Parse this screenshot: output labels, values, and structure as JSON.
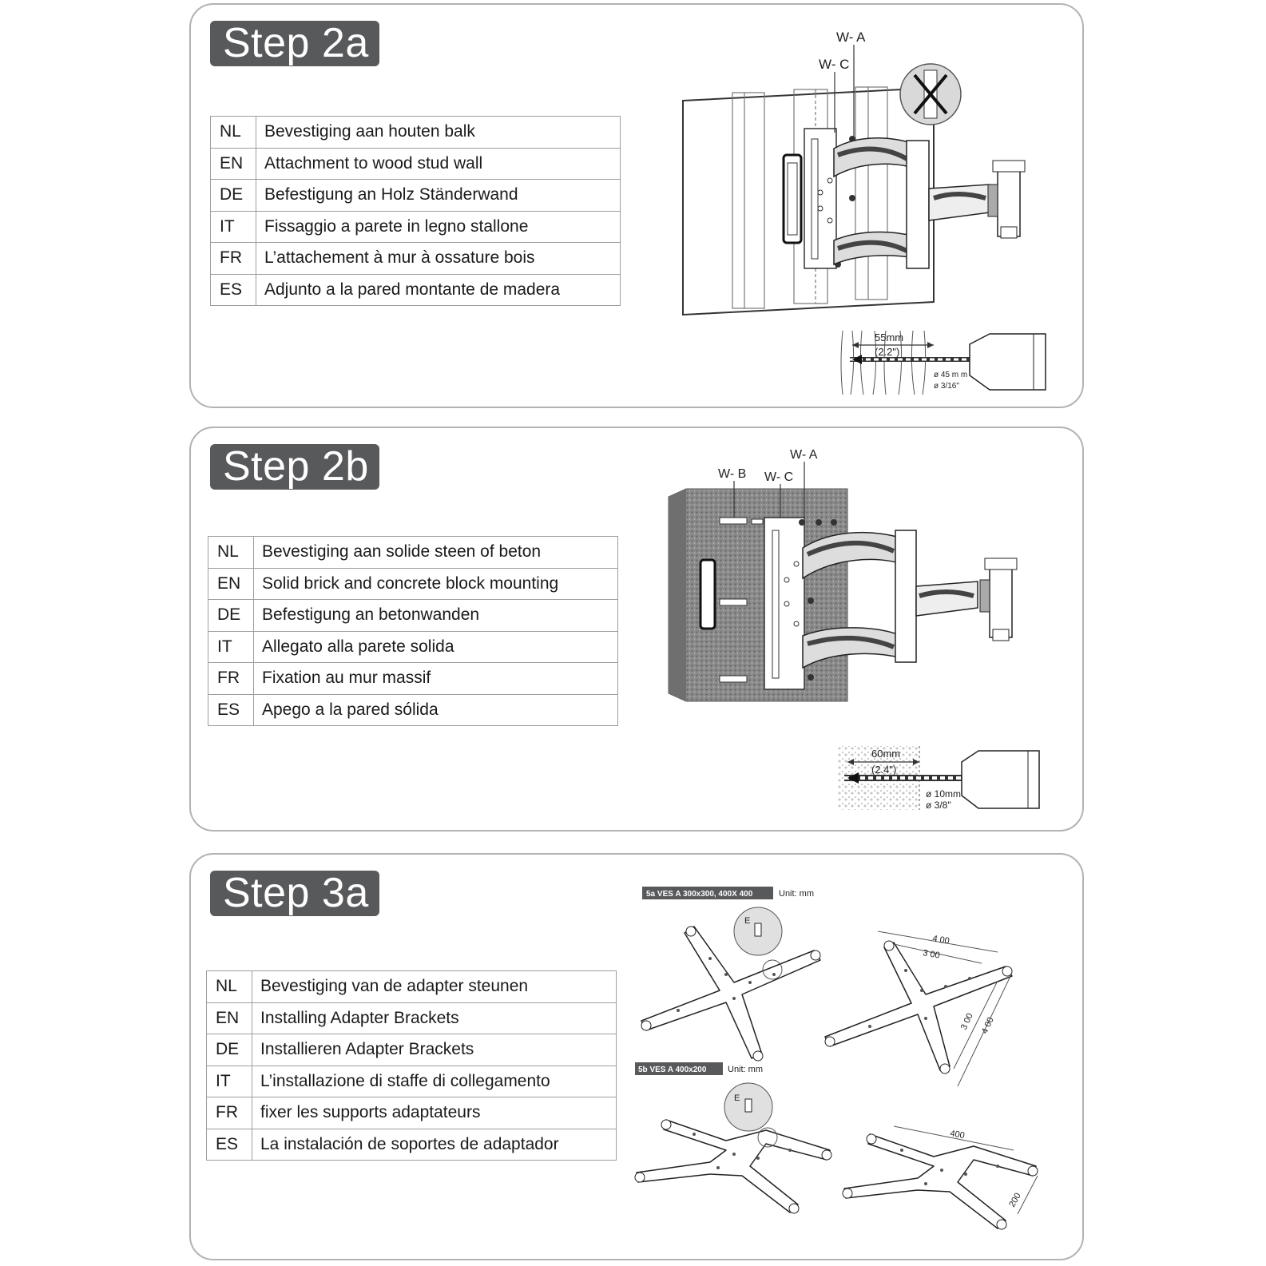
{
  "steps": [
    {
      "title": "Step 2a",
      "rows": [
        {
          "code": "NL",
          "text": "Bevestiging aan houten balk"
        },
        {
          "code": "EN",
          "text": "Attachment to wood stud wall"
        },
        {
          "code": "DE",
          "text": "Befestigung an Holz Ständerwand"
        },
        {
          "code": "IT",
          "text": "Fissaggio a parete in legno stallone"
        },
        {
          "code": "FR",
          "text": "L’attachement à mur à ossature bois"
        },
        {
          "code": "ES",
          "text": "Adjunto a la pared montante de madera"
        }
      ],
      "labels": {
        "wa": "W- A",
        "wc": "W- C"
      },
      "drill": {
        "depth_mm": "55mm",
        "depth_in": "(2.2\")",
        "dia_mm": "ø 45 m m",
        "dia_in": "ø 3/16\""
      }
    },
    {
      "title": "Step 2b",
      "rows": [
        {
          "code": "NL",
          "text": "Bevestiging aan solide steen of beton"
        },
        {
          "code": "EN",
          "text": "Solid brick and concrete block mounting"
        },
        {
          "code": "DE",
          "text": "Befestigung an betonwanden"
        },
        {
          "code": "IT",
          "text": "Allegato alla parete solida"
        },
        {
          "code": "FR",
          "text": "Fixation au mur massif"
        },
        {
          "code": "ES",
          "text": "Apego a la pared sólida"
        }
      ],
      "labels": {
        "wa": "W- A",
        "wb": "W- B",
        "wc": "W- C"
      },
      "drill": {
        "depth_mm": "60mm",
        "depth_in": "(2.4\")",
        "dia_mm": "ø 10mm",
        "dia_in": "ø 3/8\""
      }
    },
    {
      "title": "Step 3a",
      "rows": [
        {
          "code": "NL",
          "text": "Bevestiging van de adapter steunen"
        },
        {
          "code": "EN",
          "text": "Installing Adapter Brackets"
        },
        {
          "code": "DE",
          "text": "Installieren Adapter Brackets"
        },
        {
          "code": "IT",
          "text": "L’installazione di staffe di collegamento"
        },
        {
          "code": "FR",
          "text": "fixer les supports adaptateurs"
        },
        {
          "code": "ES",
          "text": "La instalación de soportes de adaptador"
        }
      ],
      "vesa_a": {
        "label": "5a VES A 300x300, 400X 400",
        "unit": "Unit: mm",
        "e": "E",
        "d400": "4 00",
        "d300": "3 00",
        "v300": "3 00",
        "v400": "4 00"
      },
      "vesa_b": {
        "label": "5b VES A 400x200",
        "unit": "Unit: mm",
        "e": "E",
        "d400": "400",
        "v200": "200"
      }
    }
  ]
}
